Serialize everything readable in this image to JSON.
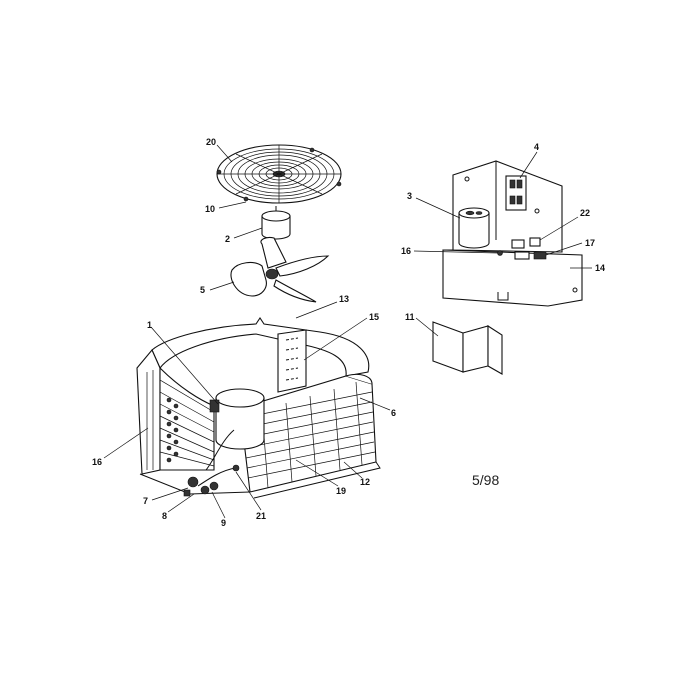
{
  "diagram": {
    "date_code": "5/98",
    "callouts": {
      "c1": "1",
      "c2": "2",
      "c3": "3",
      "c4": "4",
      "c5": "5",
      "c6": "6",
      "c7": "7",
      "c8": "8",
      "c9": "9",
      "c10": "10",
      "c11": "11",
      "c12": "12",
      "c13": "13",
      "c14": "14",
      "c15": "15",
      "c16a": "16",
      "c16b": "16",
      "c17": "17",
      "c19": "19",
      "c20": "20",
      "c21": "21",
      "c22": "22"
    }
  }
}
